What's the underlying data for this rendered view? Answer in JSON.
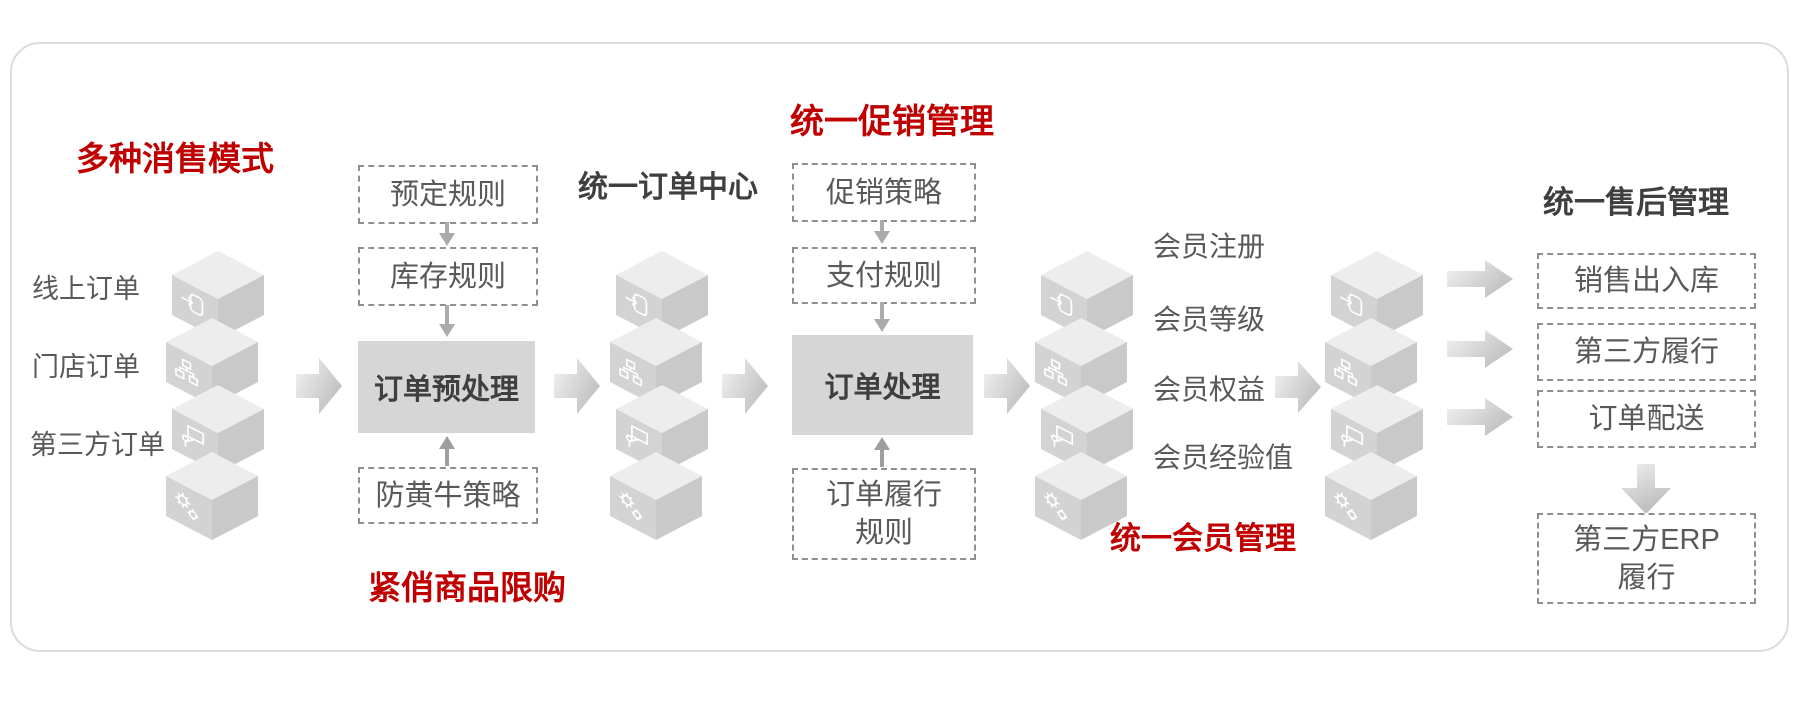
{
  "palette": {
    "accent_red": "#C00000",
    "heading_gray": "#3F3F3F",
    "label_gray": "#595959",
    "process_box_fill": "#D6D6D6",
    "dashed_border_gray": "#8F8F8F",
    "arrow_solid_gray": "#A8A8A8",
    "arrow_gradient_light": "#F2F2F2",
    "arrow_gradient_dark": "#C2C2C2",
    "cube_top": "#EDEDED",
    "cube_left": "#D3D3D3",
    "cube_right": "#C9C9C9"
  },
  "titles": {
    "sales_modes": "多种消售模式",
    "order_center": "统一订单中心",
    "promotion": "统一促销管理",
    "member": "统一会员管理",
    "after_sales": "统一售后管理",
    "limit_note": "紧俏商品限购"
  },
  "sales_modes": {
    "orders": [
      "线上订单",
      "门店订单",
      "第三方订单"
    ]
  },
  "pre_order": {
    "rules": [
      "预定规则",
      "库存规则"
    ],
    "process": "订单预处理",
    "anti_scalper": "防黄牛策略"
  },
  "promotion": {
    "rules": [
      "促销策略",
      "支付规则"
    ],
    "process": "订单处理",
    "fulfillment": {
      "line1": "订单履行",
      "line2": "规则"
    }
  },
  "member": {
    "items": [
      "会员注册",
      "会员等级",
      "会员权益",
      "会员经验值"
    ]
  },
  "after_sales": {
    "channels": [
      "销售出入库",
      "第三方履行",
      "订单配送"
    ],
    "erp": {
      "line1": "第三方ERP",
      "line2": "履行"
    }
  },
  "cube_icons": [
    "login-arrow-icon",
    "org-flow-icon",
    "presenter-board-icon",
    "gears-icon"
  ]
}
